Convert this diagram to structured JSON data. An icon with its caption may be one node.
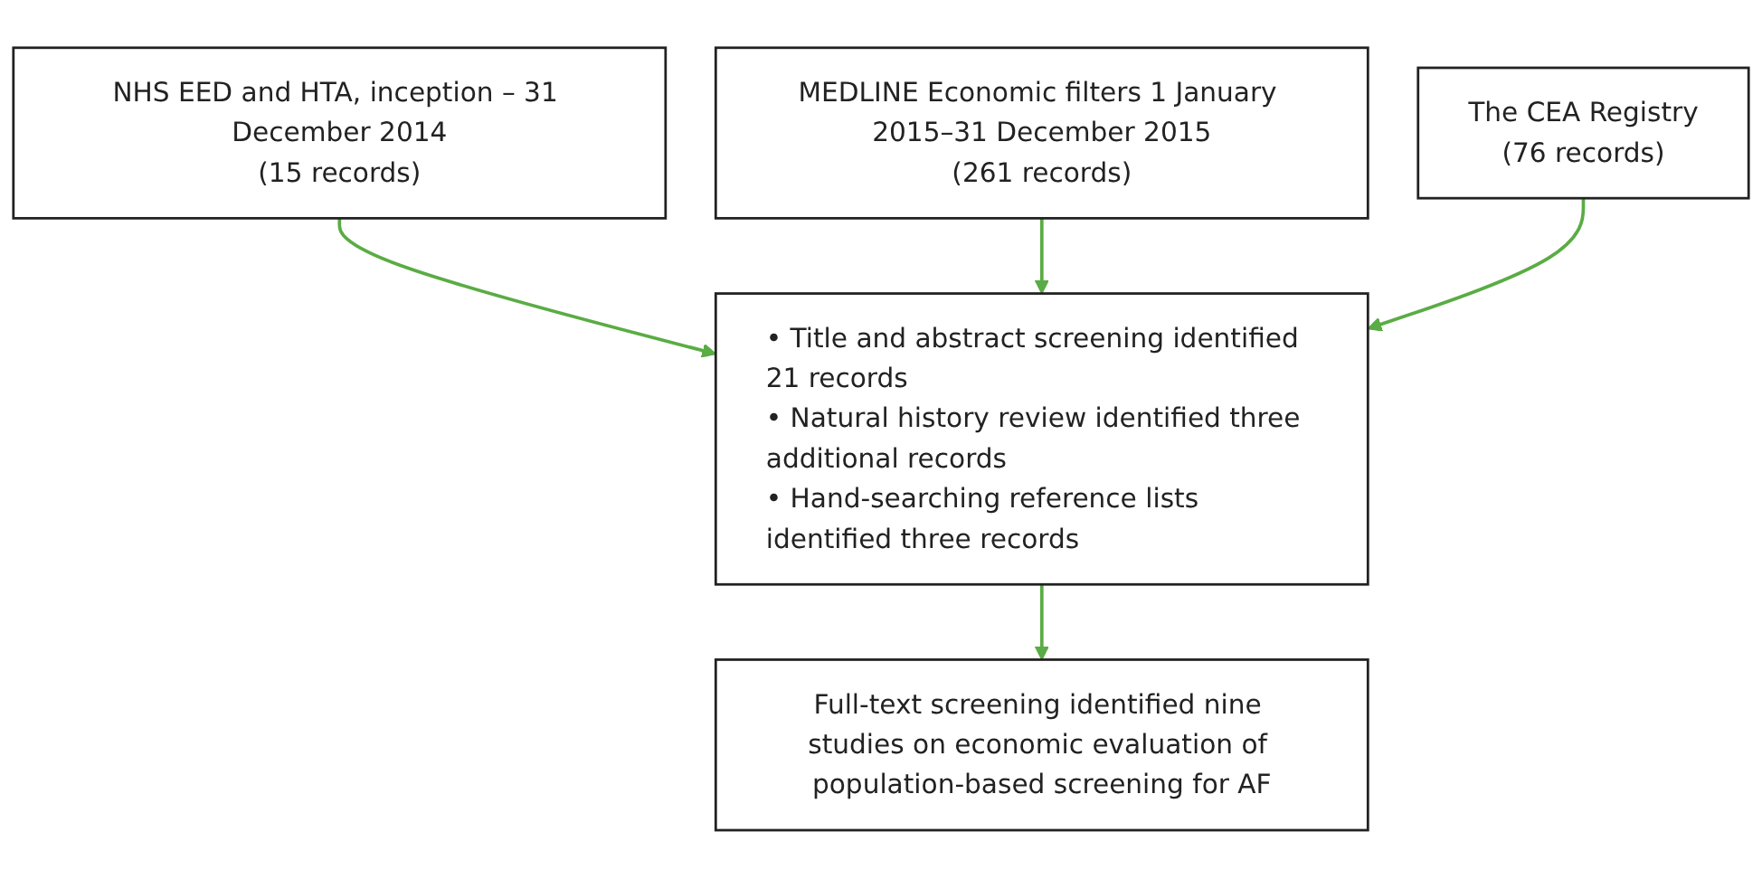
{
  "diagram": {
    "nodes": [
      {
        "text": [
          "NHS EED and HTA, inception – 31 December 2014",
          "(15 records)"
        ]
      },
      {
        "text": [
          "MEDLINE Economic filters 1 January 2015–31 December 2015",
          "(261 records)"
        ]
      },
      {
        "text": [
          "The CEA Registry",
          "(76 records)"
        ]
      },
      {
        "text": [
          "• Title and abstract screening identified 21 records",
          "• Natural history review identified three additional records",
          "• Hand-searching reference lists identified three records"
        ]
      },
      {
        "text": [
          "Full-text screening identified nine studies on economic evaluation of population-based screening for AF"
        ]
      }
    ],
    "edges": [
      {
        "from": 0,
        "to": 3,
        "arrow": "to"
      },
      {
        "from": 1,
        "to": 3,
        "arrow": "to"
      },
      {
        "from": 2,
        "to": 3,
        "arrow": "to"
      },
      {
        "from": 3,
        "to": 4,
        "arrow": "to"
      }
    ]
  }
}
